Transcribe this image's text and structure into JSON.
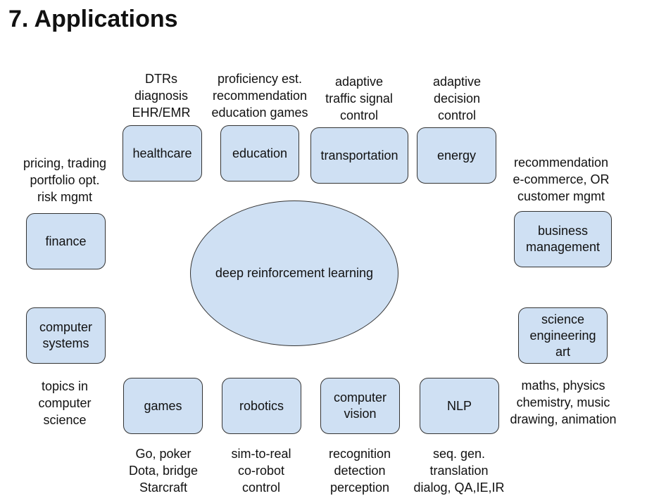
{
  "title": "7. Applications",
  "center": "deep reinforcement learning",
  "areas": {
    "healthcare": {
      "label": "healthcare",
      "notes": [
        "DTRs",
        "diagnosis",
        "EHR/EMR"
      ]
    },
    "education": {
      "label": "education",
      "notes": [
        "proficiency est.",
        "recommendation",
        "education games"
      ]
    },
    "transportation": {
      "label": "transportation",
      "notes": [
        "adaptive",
        "traffic signal",
        "control"
      ]
    },
    "energy": {
      "label": "energy",
      "notes": [
        "adaptive",
        "decision",
        "control"
      ]
    },
    "finance": {
      "label": "finance",
      "notes": [
        "pricing, trading",
        "portfolio opt.",
        "risk mgmt"
      ]
    },
    "business": {
      "label": "business\nmanagement",
      "notes": [
        "recommendation",
        "e-commerce, OR",
        "customer mgmt"
      ]
    },
    "computer_systems": {
      "label": "computer\nsystems",
      "notes": [
        "topics in",
        "computer",
        "science"
      ]
    },
    "science": {
      "label": "science\nengineering\nart",
      "notes": [
        "maths, physics",
        "chemistry, music",
        "drawing, animation"
      ]
    },
    "games": {
      "label": "games",
      "notes": [
        "Go, poker",
        "Dota, bridge",
        "Starcraft"
      ]
    },
    "robotics": {
      "label": "robotics",
      "notes": [
        "sim-to-real",
        "co-robot",
        "control"
      ]
    },
    "vision": {
      "label": "computer\nvision",
      "notes": [
        "recognition",
        "detection",
        "perception"
      ]
    },
    "nlp": {
      "label": "NLP",
      "notes": [
        "seq. gen.",
        "translation",
        "dialog, QA,IE,IR"
      ]
    }
  }
}
